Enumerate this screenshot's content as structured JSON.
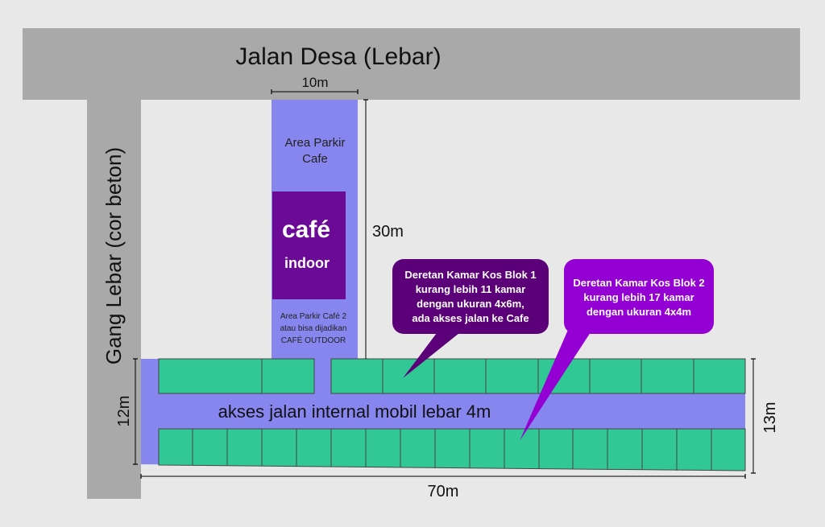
{
  "roads": {
    "main_road_label": "Jalan Desa (Lebar)",
    "side_road_label": "Gang Lebar (cor beton)",
    "internal_road_label": "akses jalan internal mobil lebar 4m"
  },
  "parking": {
    "label_line1": "Area Parkir",
    "label_line2": "Cafe",
    "parking2_line1": "Area Parkir Café 2",
    "parking2_line2": "atau bisa dijadikan",
    "parking2_line3": "CAFÉ OUTDOOR"
  },
  "cafe": {
    "title": "café",
    "subtitle": "indoor"
  },
  "dimensions": {
    "parking_width": "10m",
    "parking_length": "30m",
    "lot_length": "70m",
    "left_width": "12m",
    "right_width": "13m"
  },
  "callouts": {
    "block1": {
      "lines": [
        "Deretan Kamar Kos Blok 1",
        "kurang lebih 11 kamar",
        "dengan ukuran 4x6m,",
        "ada akses jalan ke Cafe"
      ],
      "color": "#5c007a"
    },
    "block2": {
      "lines": [
        "Deretan Kamar Kos Blok 2",
        "kurang lebih 17 kamar",
        "dengan ukuran 4x4m"
      ],
      "color": "#9400d3"
    }
  },
  "colors": {
    "road": "#a9a9a9",
    "access_lane": "#8686ee",
    "parking_area": "#8686ee",
    "cafe_block": "#6a0a96",
    "rooms": "#32c896"
  }
}
